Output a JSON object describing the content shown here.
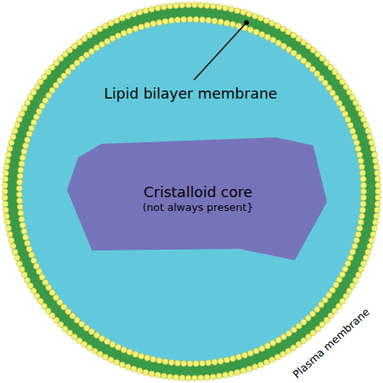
{
  "diagram": {
    "nodes": [
      {
        "text": [
          "Cristalloid core",
          "(not always present}"
        ]
      }
    ],
    "labels": [
      "Lipid bilayer membrane",
      "Plasma membrane"
    ]
  }
}
